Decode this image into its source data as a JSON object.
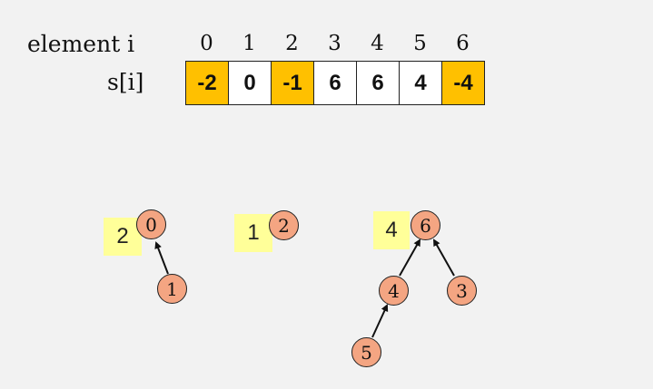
{
  "header": {
    "element_label": "element i",
    "s_label": "s[i]"
  },
  "indices": [
    "0",
    "1",
    "2",
    "3",
    "4",
    "5",
    "6"
  ],
  "values": [
    "-2",
    "0",
    "-1",
    "6",
    "6",
    "4",
    "-4"
  ],
  "highlight_color": "#ffc000",
  "highlighted_indices": [
    0,
    2,
    6
  ],
  "trees": {
    "tree_0": {
      "size_tag": "2",
      "root": "0",
      "child": "1"
    },
    "tree_2": {
      "size_tag": "1",
      "root": "2"
    },
    "tree_6": {
      "size_tag": "4",
      "root": "6",
      "left": "4",
      "right": "3",
      "leaf": "5"
    }
  },
  "colors": {
    "node_fill": "#f4a582",
    "tag_fill": "#ffff99",
    "background": "#f2f2f2"
  }
}
